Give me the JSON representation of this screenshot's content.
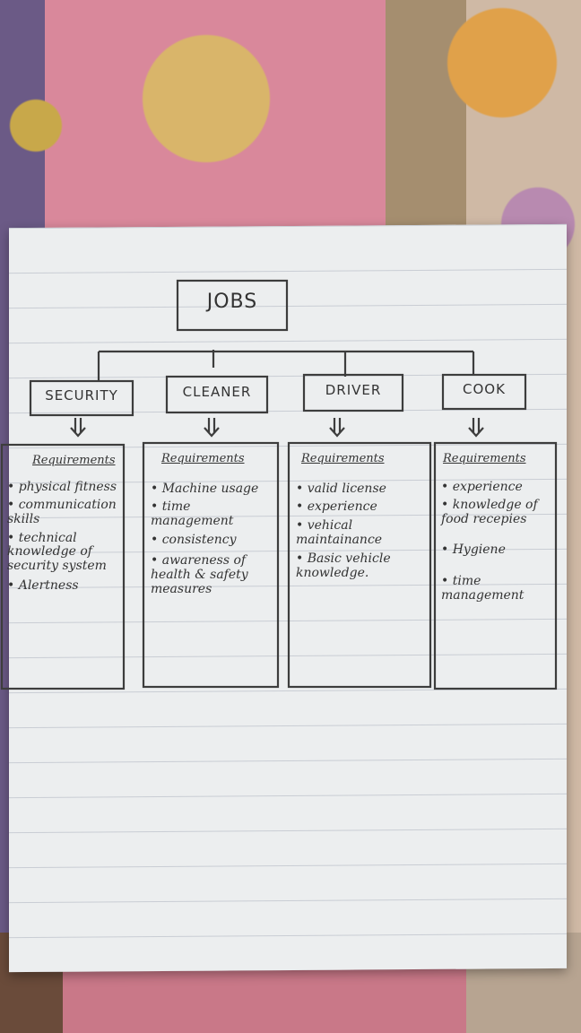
{
  "root": {
    "title": "JOBS"
  },
  "jobs": [
    {
      "title": "SECURITY",
      "requirements_label": "Requirements",
      "items": [
        "physical fitness",
        "communication skills",
        "technical knowledge of security system",
        "Alertness"
      ]
    },
    {
      "title": "CLEANER",
      "requirements_label": "Requirements",
      "items": [
        "Machine usage",
        "time management",
        "consistency",
        "awareness of health & safety measures"
      ]
    },
    {
      "title": "DRIVER",
      "requirements_label": "Requirements",
      "items": [
        "valid license",
        "experience",
        "vehical maintainance",
        "Basic vehicle knowledge."
      ]
    },
    {
      "title": "COOK",
      "requirements_label": "Requirements",
      "items": [
        "experience",
        "knowledge of food recepies",
        "Hygiene",
        "time management"
      ]
    }
  ],
  "colors": {
    "ink": "#3d3d3d",
    "paper": "#eceeef"
  }
}
